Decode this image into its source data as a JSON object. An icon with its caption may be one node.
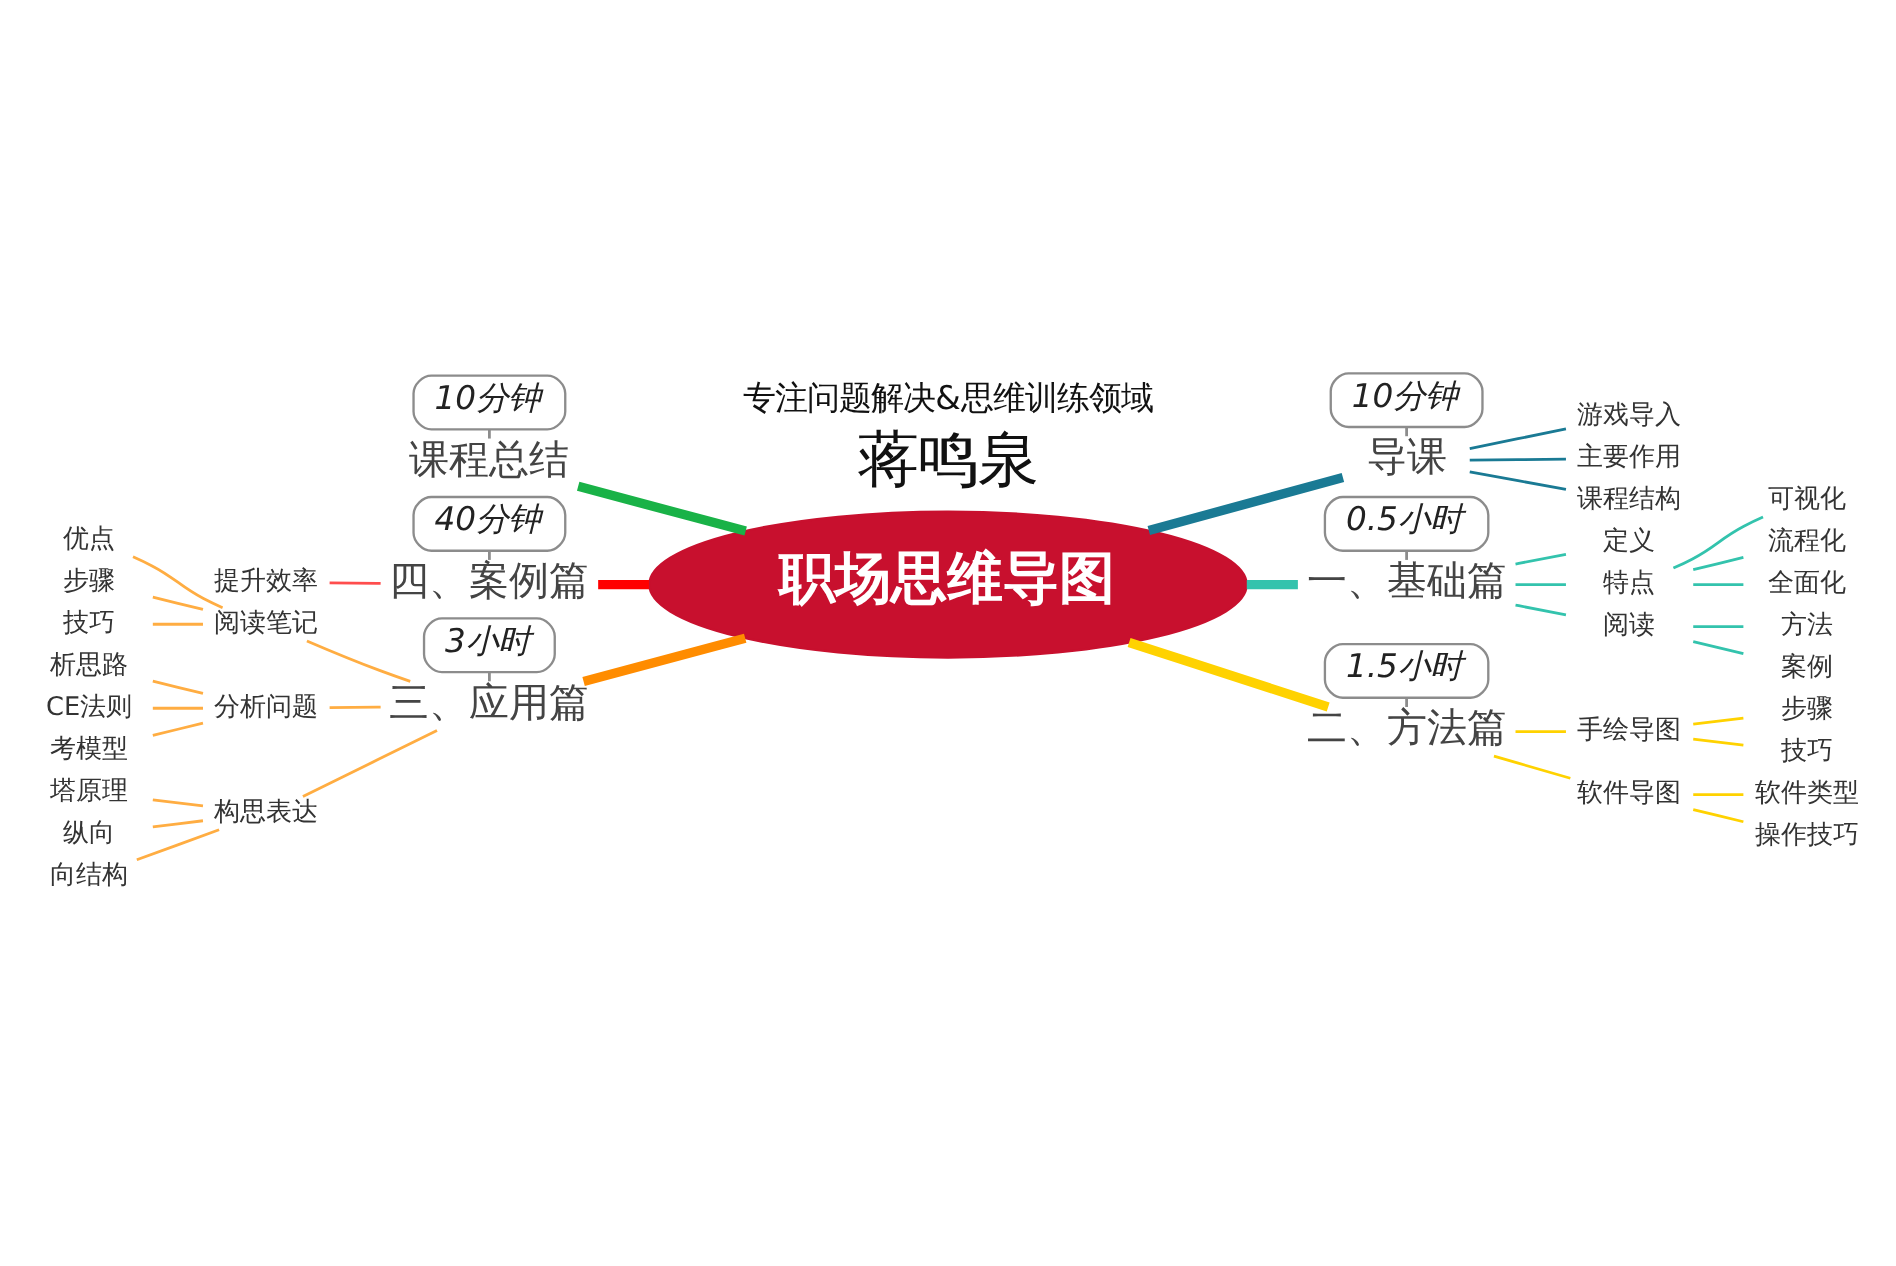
{
  "diagram": {
    "nodes": [
      {
        "text": [
          "职场思维导图"
        ]
      },
      {
        "text": [
          "导课"
        ]
      },
      {
        "text": [
          "10分钟"
        ]
      },
      {
        "text": [
          "游戏导入"
        ]
      },
      {
        "text": [
          "主要作用"
        ]
      },
      {
        "text": [
          "课程结构"
        ]
      },
      {
        "text": [
          "一、基础篇"
        ]
      },
      {
        "text": [
          "0.5小时"
        ]
      },
      {
        "text": [
          "定义"
        ]
      },
      {
        "text": [
          "特点"
        ]
      },
      {
        "text": [
          "可视化"
        ]
      },
      {
        "text": [
          "流程化"
        ]
      },
      {
        "text": [
          "全面化"
        ]
      },
      {
        "text": [
          "阅读"
        ]
      },
      {
        "text": [
          "方法"
        ]
      },
      {
        "text": [
          "案例"
        ]
      },
      {
        "text": [
          "二、方法篇"
        ]
      },
      {
        "text": [
          "1.5小时"
        ]
      },
      {
        "text": [
          "手绘导图"
        ]
      },
      {
        "text": [
          "步骤"
        ]
      },
      {
        "text": [
          "技巧"
        ]
      },
      {
        "text": [
          "软件导图"
        ]
      },
      {
        "text": [
          "软件类型"
        ]
      },
      {
        "text": [
          "操作技巧"
        ]
      },
      {
        "text": [
          "三、应用篇"
        ]
      },
      {
        "text": [
          "3小时"
        ]
      },
      {
        "text": [
          "阅读笔记"
        ]
      },
      {
        "text": [
          "优点"
        ]
      },
      {
        "text": [
          "步骤"
        ]
      },
      {
        "text": [
          "技巧"
        ]
      },
      {
        "text": [
          "分析问题"
        ]
      },
      {
        "text": [
          "析思路"
        ]
      },
      {
        "text": [
          "CE法则"
        ]
      },
      {
        "text": [
          "考模型"
        ]
      },
      {
        "text": [
          "构思表达"
        ]
      },
      {
        "text": [
          "塔原理"
        ]
      },
      {
        "text": [
          "纵向"
        ]
      },
      {
        "text": [
          "向结构"
        ]
      },
      {
        "text": [
          "四、案例篇"
        ]
      },
      {
        "text": [
          "40分钟"
        ]
      },
      {
        "text": [
          "提升效率"
        ]
      },
      {
        "text": [
          "课程总结"
        ]
      },
      {
        "text": [
          "10分钟"
        ]
      }
    ],
    "edges": [
      {
        "from": 0,
        "to": 1,
        "arrow": "none",
        "style": "thick",
        "color": "#1a7a94"
      },
      {
        "from": 2,
        "to": 1,
        "arrow": "none",
        "color": "#8c8c8c"
      },
      {
        "from": 1,
        "to": 3,
        "arrow": "none",
        "color": "#1a7a94"
      },
      {
        "from": 1,
        "to": 4,
        "arrow": "none",
        "color": "#1a7a94"
      },
      {
        "from": 1,
        "to": 5,
        "arrow": "none",
        "color": "#1a7a94"
      },
      {
        "from": 0,
        "to": 6,
        "arrow": "none",
        "style": "thick",
        "color": "#33c3ad"
      },
      {
        "from": 7,
        "to": 6,
        "arrow": "none",
        "color": "#8c8c8c"
      },
      {
        "from": 6,
        "to": 8,
        "arrow": "none",
        "color": "#33c3ad"
      },
      {
        "from": 6,
        "to": 9,
        "arrow": "none",
        "color": "#33c3ad"
      },
      {
        "from": 6,
        "to": 13,
        "arrow": "none",
        "color": "#33c3ad"
      },
      {
        "from": 9,
        "to": 10,
        "arrow": "none",
        "color": "#33c3ad"
      },
      {
        "from": 9,
        "to": 11,
        "arrow": "none",
        "color": "#33c3ad"
      },
      {
        "from": 9,
        "to": 12,
        "arrow": "none",
        "color": "#33c3ad"
      },
      {
        "from": 13,
        "to": 14,
        "arrow": "none",
        "color": "#33c3ad"
      },
      {
        "from": 13,
        "to": 15,
        "arrow": "none",
        "color": "#33c3ad"
      },
      {
        "from": 0,
        "to": 16,
        "arrow": "none",
        "style": "thick",
        "color": "#ffd200"
      },
      {
        "from": 17,
        "to": 16,
        "arrow": "none",
        "color": "#8c8c8c"
      },
      {
        "from": 16,
        "to": 18,
        "arrow": "none",
        "color": "#ffd200"
      },
      {
        "from": 16,
        "to": 21,
        "arrow": "none",
        "color": "#ffd200"
      },
      {
        "from": 18,
        "to": 19,
        "arrow": "none",
        "color": "#ffd200"
      },
      {
        "from": 18,
        "to": 20,
        "arrow": "none",
        "color": "#ffd200"
      },
      {
        "from": 21,
        "to": 22,
        "arrow": "none",
        "color": "#ffd200"
      },
      {
        "from": 21,
        "to": 23,
        "arrow": "none",
        "color": "#ffd200"
      },
      {
        "from": 0,
        "to": 24,
        "arrow": "none",
        "style": "thick",
        "color": "#ff8c00"
      },
      {
        "from": 25,
        "to": 24,
        "arrow": "none",
        "color": "#8c8c8c"
      },
      {
        "from": 24,
        "to": 26,
        "arrow": "none",
        "color": "#ffad42"
      },
      {
        "from": 24,
        "to": 30,
        "arrow": "none",
        "color": "#ffad42"
      },
      {
        "from": 24,
        "to": 34,
        "arrow": "none",
        "color": "#ffad42"
      },
      {
        "from": 26,
        "to": 27,
        "arrow": "none",
        "color": "#ffad42"
      },
      {
        "from": 26,
        "to": 28,
        "arrow": "none",
        "color": "#ffad42"
      },
      {
        "from": 26,
        "to": 29,
        "arrow": "none",
        "color": "#ffad42"
      },
      {
        "from": 30,
        "to": 31,
        "arrow": "none",
        "color": "#ffad42"
      },
      {
        "from": 30,
        "to": 32,
        "arrow": "none",
        "color": "#ffad42"
      },
      {
        "from": 30,
        "to": 33,
        "arrow": "none",
        "color": "#ffad42"
      },
      {
        "from": 34,
        "to": 35,
        "arrow": "none",
        "color": "#ffad42"
      },
      {
        "from": 34,
        "to": 36,
        "arrow": "none",
        "color": "#ffad42"
      },
      {
        "from": 34,
        "to": 37,
        "arrow": "none",
        "color": "#ffad42"
      },
      {
        "from": 0,
        "to": 38,
        "arrow": "none",
        "style": "thick",
        "color": "#ff0000"
      },
      {
        "from": 39,
        "to": 38,
        "arrow": "none",
        "color": "#8c8c8c"
      },
      {
        "from": 38,
        "to": 40,
        "arrow": "none",
        "color": "#ff4d4d"
      },
      {
        "from": 0,
        "to": 41,
        "arrow": "none",
        "style": "thick",
        "color": "#19b247"
      },
      {
        "from": 42,
        "to": 41,
        "arrow": "none",
        "color": "#8c8c8c"
      }
    ],
    "labels": [
      "蒋鸣泉",
      "专注问题解决&思维训练领域"
    ]
  }
}
